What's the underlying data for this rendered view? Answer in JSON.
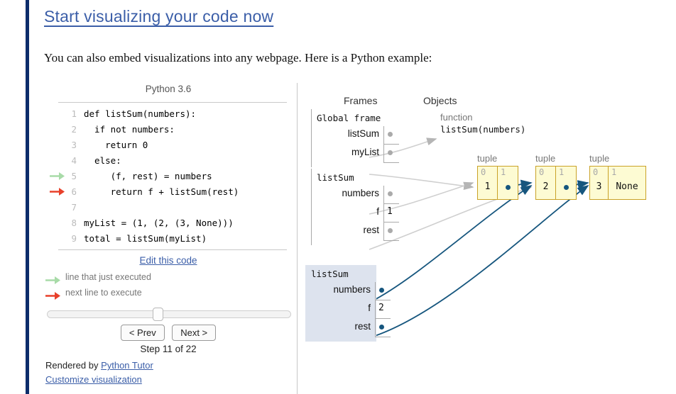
{
  "page": {
    "title": "Start visualizing your code now",
    "intro": "You can also embed visualizations into any webpage. Here is a Python example:",
    "accent_navy": "#0d2d6b",
    "link_blue": "#3b5ea8"
  },
  "code_panel": {
    "language_label": "Python 3.6",
    "lines": [
      {
        "no": "1",
        "text": "def listSum(numbers):",
        "marker": "none"
      },
      {
        "no": "2",
        "text": "  if not numbers:",
        "marker": "none"
      },
      {
        "no": "3",
        "text": "    return 0",
        "marker": "none"
      },
      {
        "no": "4",
        "text": "  else:",
        "marker": "none"
      },
      {
        "no": "5",
        "text": "     (f, rest) = numbers",
        "marker": "green"
      },
      {
        "no": "6",
        "text": "     return f + listSum(rest)",
        "marker": "red"
      },
      {
        "no": "7",
        "text": "",
        "marker": "none"
      },
      {
        "no": "8",
        "text": "myList = (1, (2, (3, None)))",
        "marker": "none"
      },
      {
        "no": "9",
        "text": "total = listSum(myList)",
        "marker": "none"
      }
    ],
    "edit_link": "Edit this code",
    "legend": [
      {
        "marker": "green",
        "label": "line that just executed"
      },
      {
        "marker": "red",
        "label": "next line to execute"
      }
    ],
    "green_arrow_color": "#a8dba8",
    "red_arrow_color": "#e8402a",
    "controls": {
      "prev_label": "< Prev",
      "next_label": "Next >",
      "step_label": "Step 11 of 22",
      "slider_position_percent": 45
    },
    "footer": {
      "rendered_by_prefix": "Rendered by ",
      "rendered_by_link": "Python Tutor",
      "customize_link": "Customize visualization"
    }
  },
  "data_panel": {
    "frames_header": "Frames",
    "objects_header": "Objects",
    "frames": [
      {
        "title": "Global frame",
        "highlighted": false,
        "vars": [
          {
            "name": "listSum",
            "kind": "pointer",
            "value": ""
          },
          {
            "name": "myList",
            "kind": "pointer",
            "value": ""
          }
        ]
      },
      {
        "title": "listSum",
        "highlighted": false,
        "vars": [
          {
            "name": "numbers",
            "kind": "pointer",
            "value": ""
          },
          {
            "name": "f",
            "kind": "value",
            "value": "1"
          },
          {
            "name": "rest",
            "kind": "pointer",
            "value": ""
          }
        ]
      },
      {
        "title": "listSum",
        "highlighted": true,
        "vars": [
          {
            "name": "numbers",
            "kind": "pointer",
            "value": ""
          },
          {
            "name": "f",
            "kind": "value",
            "value": "2"
          },
          {
            "name": "rest",
            "kind": "pointer",
            "value": ""
          }
        ]
      }
    ],
    "objects": {
      "function": {
        "type_label": "function",
        "signature": "listSum(numbers)"
      },
      "tuples": [
        {
          "type_label": "tuple",
          "cells": [
            {
              "index": "0",
              "value": "1"
            },
            {
              "index": "1",
              "value": ""
            }
          ]
        },
        {
          "type_label": "tuple",
          "cells": [
            {
              "index": "0",
              "value": "2"
            },
            {
              "index": "1",
              "value": ""
            }
          ]
        },
        {
          "type_label": "tuple",
          "cells": [
            {
              "index": "0",
              "value": "3"
            },
            {
              "index": "1",
              "value": "None"
            }
          ]
        }
      ]
    },
    "colors": {
      "tuple_fill": "#fdfbd3",
      "tuple_border": "#c9a227",
      "highlight_frame": "#dde3ee",
      "active_pointer": "#16567e",
      "inactive_pointer": "#aaaaaa"
    }
  }
}
